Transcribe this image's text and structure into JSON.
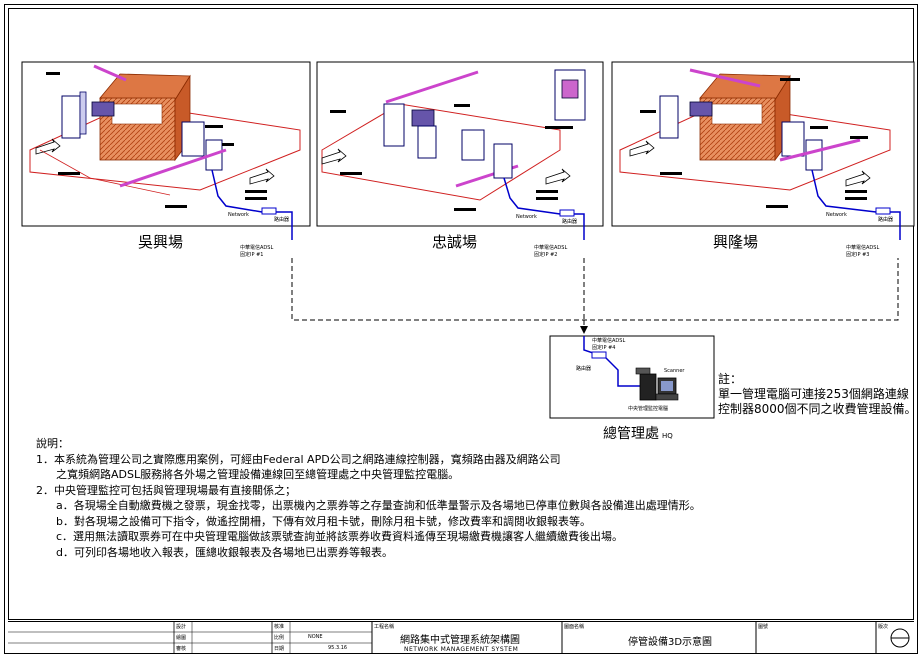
{
  "sites": [
    {
      "name": "吳興場",
      "adsl_label": "中華電信ADSL",
      "adsl_sub": "固定IP #1",
      "router": "路由器",
      "network": "Network"
    },
    {
      "name": "忠誠場",
      "adsl_label": "中華電信ADSL",
      "adsl_sub": "固定IP #2",
      "router": "路由器",
      "network": "Network"
    },
    {
      "name": "興隆場",
      "adsl_label": "中華電信ADSL",
      "adsl_sub": "固定IP #3",
      "router": "路由器",
      "network": "Network"
    }
  ],
  "hq": {
    "name": "總管理處",
    "name_suffix": "HQ",
    "adsl_label": "中華電信ADSL",
    "adsl_sub": "固定IP #4",
    "router": "路由器",
    "pc_label": "中央管理監控電腦",
    "scanner": "Scanner"
  },
  "memo": {
    "title": "註：",
    "line1": "單一管理電腦可連接253個網路連線",
    "line2": "控制器8000個不同之收費管理設備。"
  },
  "notes": {
    "title": "說明：",
    "item1_a": "1．本系統為管理公司之實際應用案例，可經由Federal APD公司之網路連線控制器，寬頻路由器及網路公司",
    "item1_b": "之寬頻網路ADSL服務將各外場之管理設備連線回至總管理處之中央管理監控電腦。",
    "item2": "2．中央管理監控可包括與管理現場最有直接關係之；",
    "a": "a．各現場全自動繳費機之發票，現金找零，出票機內之票券等之存量查詢和低準量警示及各場地已停車位數與各設備進出處理情形。",
    "b": "b．對各現場之設備可下指令，做遙控開柵，下傳有效月租卡號，刪除月租卡號，修改費率和調閱收銀報表等。",
    "c": "c．選用無法讀取票券可在中央管理電腦做該票號查詢並將該票券收費資料遙傳至現場繳費機讓客人繼續繳費後出場。",
    "d": "d．可列印各場地收入報表，匯總收銀報表及各場地已出票券等報表。"
  },
  "title_block": {
    "design_label": "設計",
    "draw_label": "繪圖",
    "check_label": "審核",
    "approve_label": "核准",
    "scale_label": "比例",
    "date_label": "日期",
    "scale_value": "NONE",
    "date_value": "95.3.16",
    "project_label": "工程名稱",
    "project_name": "網路集中式管理系統架構圖",
    "project_en": "NETWORK MANAGEMENT SYSTEM",
    "drawing_label": "圖面名稱",
    "drawing_name": "停管設備3D示意圖",
    "no_label": "圖號",
    "rev_label": "版次"
  },
  "colors": {
    "network_line": "#0000cc",
    "barrier": "#cc44cc",
    "booth_roof": "#cc3300",
    "booth_wall": "#dd7744",
    "curb": "#d02020"
  }
}
